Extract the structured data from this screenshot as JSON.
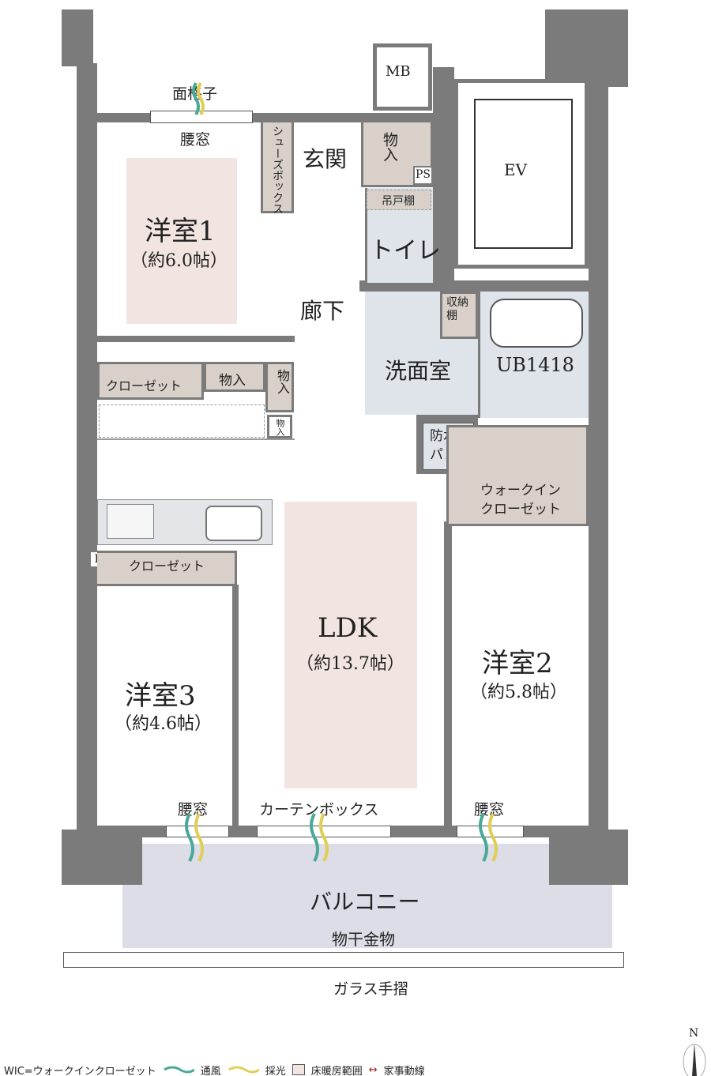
{
  "rooms": {
    "western1": {
      "name": "洋室1",
      "size": "（約6.0帖）"
    },
    "western2": {
      "name": "洋室2",
      "size": "（約5.8帖）"
    },
    "western3": {
      "name": "洋室3",
      "size": "（約4.6帖）"
    },
    "ldk": {
      "name": "LDK",
      "size": "（約13.7帖）"
    },
    "entrance": "玄関",
    "hallway": "廊下",
    "toilet": "トイレ",
    "washroom": "洗面室",
    "unitbath": "UB1418",
    "ev": "EV",
    "mb": "MB",
    "balcony": "バルコニー"
  },
  "labels": {
    "lattice": "面格子",
    "waist_window": "腰窓",
    "shoe_box": "シューズボックス",
    "storage": "物入",
    "ps": "PS",
    "hanging_cabinet": "吊戸棚",
    "storage_shelf": "収納棚",
    "closet": "クローゼット",
    "waterproof_pan": "防水パン",
    "walkin_closet": "ウォークインクローゼット",
    "curtain_box": "カーテンボックス",
    "drying_hardware": "物干金物",
    "glass_railing": "ガラス手摺"
  },
  "legend": {
    "wic": "WIC=ウォークインクローゼット",
    "ventilation": "通風",
    "daylight": "採光",
    "floor_heating": "床暖房範囲",
    "housework_line": "家事動線",
    "north": "N"
  },
  "colors": {
    "ventilation": "#4aa89a",
    "daylight": "#e0cf55",
    "heating": "#f2e4e1",
    "housework": "#a3201f"
  }
}
